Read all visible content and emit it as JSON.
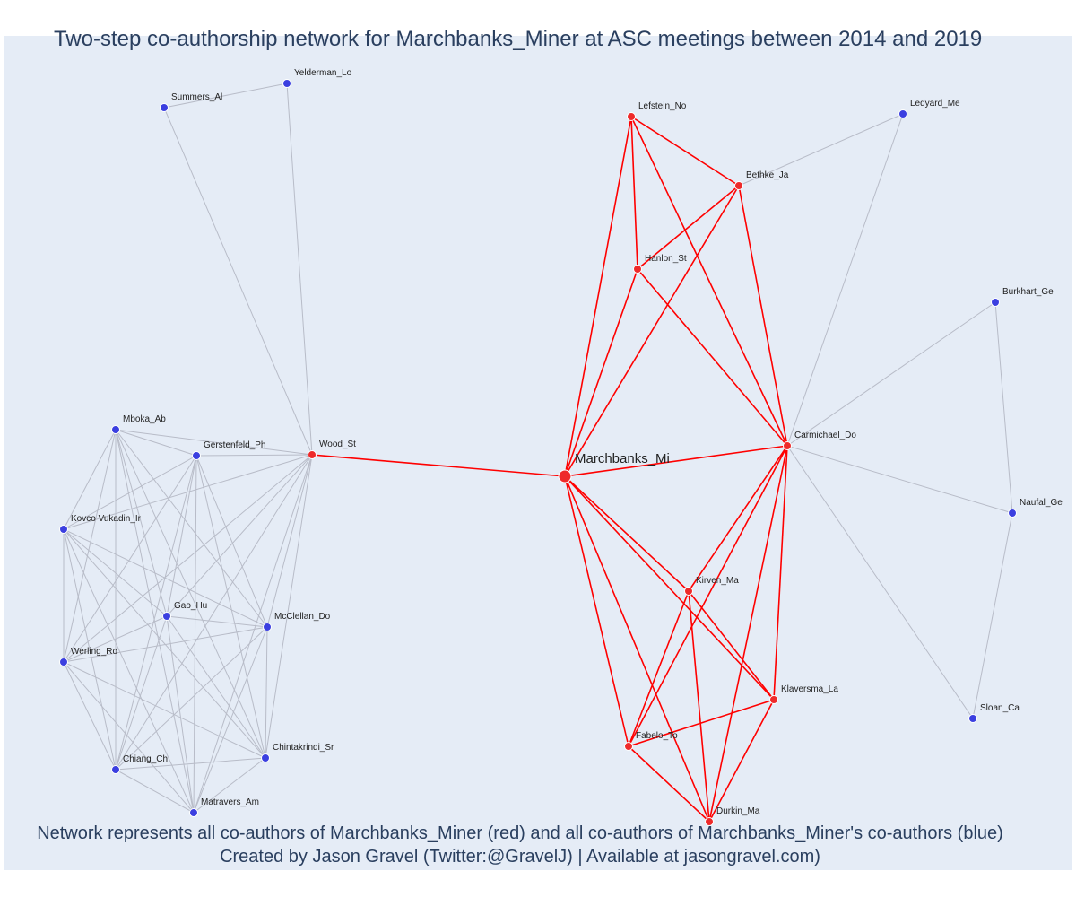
{
  "title": "Two-step co-authorship network for Marchbanks_Miner at ASC meetings between 2014 and 2019",
  "caption_line1": "Network represents all co-authors of Marchbanks_Miner (red) and all co-authors of Marchbanks_Miner's co-authors (blue)",
  "caption_line2": "Created by Jason Gravel (Twitter:@GravelJ) | Available at jasongravel.com)",
  "colors": {
    "focal_edge": "#ff0000",
    "other_edge": "#b8bcc8",
    "red_node": "#ee2a2a",
    "blue_node": "#3b3fe0",
    "node_outline": "#ffffff",
    "background": "#e5ecf6",
    "text": "#2a3f5f"
  },
  "nodes": [
    {
      "id": "Marchbanks_Mi",
      "group": "focal"
    },
    {
      "id": "Wood_St",
      "group": "red"
    },
    {
      "id": "Lefstein_No",
      "group": "red"
    },
    {
      "id": "Bethke_Ja",
      "group": "red"
    },
    {
      "id": "Hanlon_St",
      "group": "red"
    },
    {
      "id": "Carmichael_Do",
      "group": "red"
    },
    {
      "id": "Kirven_Ma",
      "group": "red"
    },
    {
      "id": "Klaversma_La",
      "group": "red"
    },
    {
      "id": "Fabelo_To",
      "group": "red"
    },
    {
      "id": "Durkin_Ma",
      "group": "red"
    },
    {
      "id": "Yelderman_Lo",
      "group": "blue"
    },
    {
      "id": "Summers_Al",
      "group": "blue"
    },
    {
      "id": "Mboka_Ab",
      "group": "blue"
    },
    {
      "id": "Gerstenfeld_Ph",
      "group": "blue"
    },
    {
      "id": "Kovco Vukadin_Ir",
      "group": "blue"
    },
    {
      "id": "Gao_Hu",
      "group": "blue"
    },
    {
      "id": "McClellan_Do",
      "group": "blue"
    },
    {
      "id": "Werling_Ro",
      "group": "blue"
    },
    {
      "id": "Chintakrindi_Sr",
      "group": "blue"
    },
    {
      "id": "Chiang_Ch",
      "group": "blue"
    },
    {
      "id": "Matravers_Am",
      "group": "blue"
    },
    {
      "id": "Ledyard_Me",
      "group": "blue"
    },
    {
      "id": "Burkhart_Ge",
      "group": "blue"
    },
    {
      "id": "Naufal_Ge",
      "group": "blue"
    },
    {
      "id": "Sloan_Ca",
      "group": "blue"
    }
  ],
  "edges_focal": [
    [
      "Marchbanks_Mi",
      "Wood_St"
    ],
    [
      "Marchbanks_Mi",
      "Lefstein_No"
    ],
    [
      "Marchbanks_Mi",
      "Bethke_Ja"
    ],
    [
      "Marchbanks_Mi",
      "Hanlon_St"
    ],
    [
      "Marchbanks_Mi",
      "Carmichael_Do"
    ],
    [
      "Marchbanks_Mi",
      "Kirven_Ma"
    ],
    [
      "Marchbanks_Mi",
      "Klaversma_La"
    ],
    [
      "Marchbanks_Mi",
      "Fabelo_To"
    ],
    [
      "Marchbanks_Mi",
      "Durkin_Ma"
    ],
    [
      "Lefstein_No",
      "Bethke_Ja"
    ],
    [
      "Lefstein_No",
      "Hanlon_St"
    ],
    [
      "Lefstein_No",
      "Carmichael_Do"
    ],
    [
      "Bethke_Ja",
      "Hanlon_St"
    ],
    [
      "Bethke_Ja",
      "Carmichael_Do"
    ],
    [
      "Hanlon_St",
      "Carmichael_Do"
    ],
    [
      "Carmichael_Do",
      "Kirven_Ma"
    ],
    [
      "Carmichael_Do",
      "Klaversma_La"
    ],
    [
      "Carmichael_Do",
      "Fabelo_To"
    ],
    [
      "Carmichael_Do",
      "Durkin_Ma"
    ],
    [
      "Kirven_Ma",
      "Klaversma_La"
    ],
    [
      "Kirven_Ma",
      "Fabelo_To"
    ],
    [
      "Kirven_Ma",
      "Durkin_Ma"
    ],
    [
      "Klaversma_La",
      "Fabelo_To"
    ],
    [
      "Klaversma_La",
      "Durkin_Ma"
    ],
    [
      "Fabelo_To",
      "Durkin_Ma"
    ]
  ],
  "edges_other": [
    [
      "Summers_Al",
      "Yelderman_Lo"
    ],
    [
      "Summers_Al",
      "Wood_St"
    ],
    [
      "Yelderman_Lo",
      "Wood_St"
    ],
    [
      "Ledyard_Me",
      "Bethke_Ja"
    ],
    [
      "Ledyard_Me",
      "Carmichael_Do"
    ],
    [
      "Burkhart_Ge",
      "Carmichael_Do"
    ],
    [
      "Naufal_Ge",
      "Carmichael_Do"
    ],
    [
      "Sloan_Ca",
      "Carmichael_Do"
    ],
    [
      "Burkhart_Ge",
      "Naufal_Ge"
    ],
    [
      "Naufal_Ge",
      "Sloan_Ca"
    ],
    [
      "Mboka_Ab",
      "Wood_St"
    ],
    [
      "Gerstenfeld_Ph",
      "Wood_St"
    ],
    [
      "Kovco Vukadin_Ir",
      "Wood_St"
    ],
    [
      "Gao_Hu",
      "Wood_St"
    ],
    [
      "McClellan_Do",
      "Wood_St"
    ],
    [
      "Werling_Ro",
      "Wood_St"
    ],
    [
      "Chintakrindi_Sr",
      "Wood_St"
    ],
    [
      "Chiang_Ch",
      "Wood_St"
    ],
    [
      "Matravers_Am",
      "Wood_St"
    ],
    [
      "Mboka_Ab",
      "Gerstenfeld_Ph"
    ],
    [
      "Mboka_Ab",
      "Kovco Vukadin_Ir"
    ],
    [
      "Mboka_Ab",
      "Gao_Hu"
    ],
    [
      "Mboka_Ab",
      "McClellan_Do"
    ],
    [
      "Mboka_Ab",
      "Werling_Ro"
    ],
    [
      "Mboka_Ab",
      "Chintakrindi_Sr"
    ],
    [
      "Mboka_Ab",
      "Chiang_Ch"
    ],
    [
      "Mboka_Ab",
      "Matravers_Am"
    ],
    [
      "Gerstenfeld_Ph",
      "Kovco Vukadin_Ir"
    ],
    [
      "Gerstenfeld_Ph",
      "Gao_Hu"
    ],
    [
      "Gerstenfeld_Ph",
      "McClellan_Do"
    ],
    [
      "Gerstenfeld_Ph",
      "Werling_Ro"
    ],
    [
      "Gerstenfeld_Ph",
      "Chintakrindi_Sr"
    ],
    [
      "Gerstenfeld_Ph",
      "Chiang_Ch"
    ],
    [
      "Gerstenfeld_Ph",
      "Matravers_Am"
    ],
    [
      "Kovco Vukadin_Ir",
      "Gao_Hu"
    ],
    [
      "Kovco Vukadin_Ir",
      "McClellan_Do"
    ],
    [
      "Kovco Vukadin_Ir",
      "Werling_Ro"
    ],
    [
      "Kovco Vukadin_Ir",
      "Chintakrindi_Sr"
    ],
    [
      "Kovco Vukadin_Ir",
      "Chiang_Ch"
    ],
    [
      "Kovco Vukadin_Ir",
      "Matravers_Am"
    ],
    [
      "Gao_Hu",
      "McClellan_Do"
    ],
    [
      "Gao_Hu",
      "Werling_Ro"
    ],
    [
      "Gao_Hu",
      "Chintakrindi_Sr"
    ],
    [
      "Gao_Hu",
      "Chiang_Ch"
    ],
    [
      "Gao_Hu",
      "Matravers_Am"
    ],
    [
      "McClellan_Do",
      "Werling_Ro"
    ],
    [
      "McClellan_Do",
      "Chintakrindi_Sr"
    ],
    [
      "McClellan_Do",
      "Chiang_Ch"
    ],
    [
      "McClellan_Do",
      "Matravers_Am"
    ],
    [
      "Werling_Ro",
      "Chintakrindi_Sr"
    ],
    [
      "Werling_Ro",
      "Chiang_Ch"
    ],
    [
      "Werling_Ro",
      "Matravers_Am"
    ],
    [
      "Chintakrindi_Sr",
      "Chiang_Ch"
    ],
    [
      "Chintakrindi_Sr",
      "Matravers_Am"
    ],
    [
      "Chiang_Ch",
      "Matravers_Am"
    ]
  ]
}
